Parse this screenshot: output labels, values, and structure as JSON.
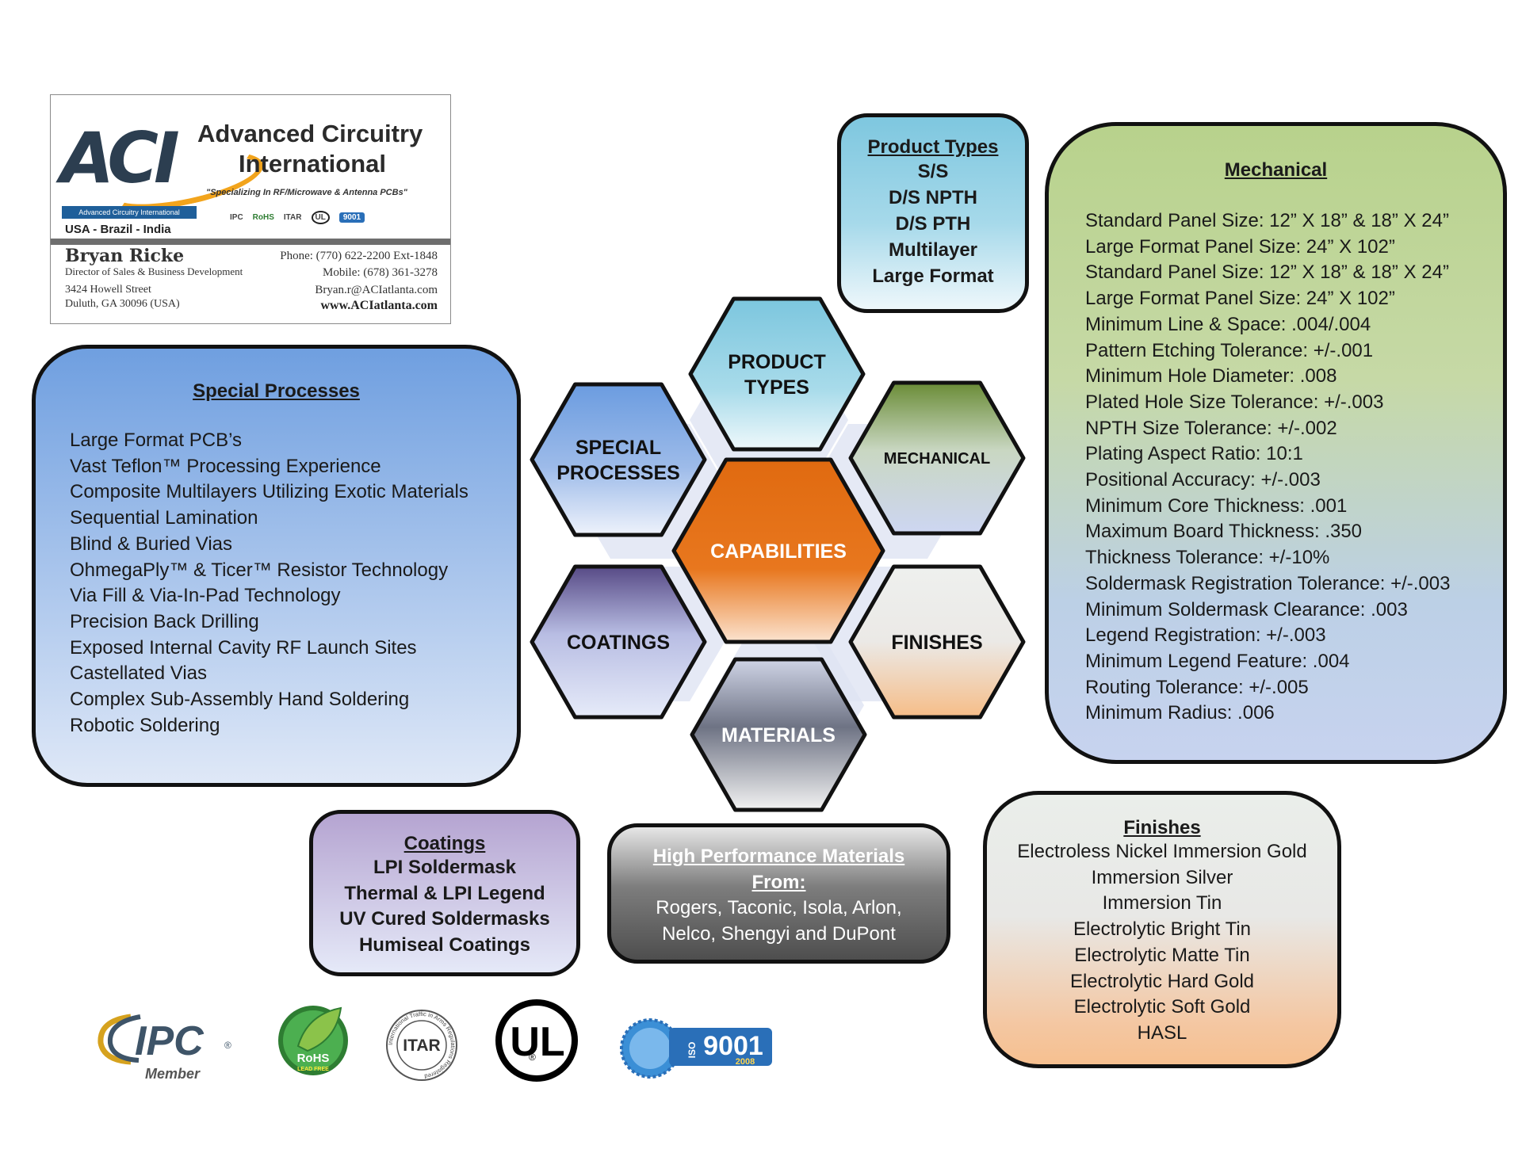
{
  "business_card": {
    "company_line1": "Advanced Circuitry",
    "company_line2": "International",
    "logo_text": "ACI",
    "logo_subtext": "Advanced Circuitry International",
    "slogan": "\"Specializing In RF/Microwave & Antenna PCBs\"",
    "countries": "USA - Brazil - India",
    "cert_badges": [
      "IPC",
      "RoHS",
      "ITAR",
      "UL",
      "9001"
    ],
    "name": "Bryan Ricke",
    "title": "Director of Sales & Business Development",
    "address_line1": "3424 Howell Street",
    "address_line2": "Duluth, GA 30096 (USA)",
    "phone": "Phone: (770) 622-2200 Ext-1848",
    "mobile": "Mobile: (678) 361-3278",
    "email": "Bryan.r@ACIatlanta.com",
    "website": "www.ACIatlanta.com",
    "brand_colors": {
      "navy": "#2c3e50",
      "orange": "#f2a41c",
      "blue": "#1f5f9a"
    }
  },
  "special_processes": {
    "title": "Special Processes",
    "items": [
      "Large Format PCB’s",
      "Vast Teflon™ Processing Experience",
      "Composite Multilayers Utilizing Exotic Materials",
      "Sequential Lamination",
      "Blind & Buried Vias",
      "OhmegaPly™ & Ticer™ Resistor Technology",
      "Via Fill & Via-In-Pad Technology",
      "Precision Back Drilling",
      "Exposed Internal Cavity RF Launch Sites",
      "Castellated Vias",
      "Complex Sub-Assembly Hand Soldering",
      "Robotic Soldering"
    ]
  },
  "product_types": {
    "title": "Product Types",
    "items": [
      "S/S",
      "D/S NPTH",
      "D/S PTH",
      "Multilayer",
      "Large Format"
    ]
  },
  "mechanical": {
    "title": "Mechanical",
    "items": [
      "Standard Panel Size: 12” X 18” & 18” X 24”",
      "Large Format Panel Size: 24” X 102”",
      "Standard Panel Size: 12” X 18” & 18” X 24”",
      "Large Format Panel Size: 24” X 102”",
      "Minimum Line & Space: .004/.004",
      "Pattern Etching Tolerance: +/-.001",
      "Minimum Hole Diameter: .008",
      "Plated Hole Size Tolerance: +/-.003",
      "NPTH Size Tolerance: +/-.002",
      "Plating Aspect Ratio: 10:1",
      "Positional Accuracy: +/-.003",
      "Minimum Core Thickness: .001",
      "Maximum Board Thickness: .350",
      "Thickness Tolerance: +/-10%",
      "Soldermask Registration Tolerance: +/-.003",
      "Minimum Soldermask Clearance: .003",
      "Legend Registration: +/-.003",
      "Minimum Legend Feature: .004",
      "Routing Tolerance: +/-.005",
      "Minimum Radius: .006"
    ]
  },
  "coatings": {
    "title": "Coatings",
    "items": [
      "LPI Soldermask",
      "Thermal & LPI Legend",
      "UV Cured Soldermasks",
      "Humiseal Coatings"
    ]
  },
  "materials": {
    "title_line1": "High Performance Materials",
    "title_line2": "From:",
    "items": [
      "Rogers, Taconic, Isola, Arlon,",
      "Nelco, Shengyi and DuPont"
    ]
  },
  "finishes": {
    "title": "Finishes",
    "items": [
      "Electroless Nickel Immersion Gold",
      "Immersion Silver",
      "Immersion Tin",
      "Electrolytic Bright Tin",
      "Electrolytic Matte Tin",
      "Electrolytic Hard Gold",
      "Electrolytic Soft Gold",
      "HASL"
    ]
  },
  "hex_diagram": {
    "center": "CAPABILITIES",
    "product_types": [
      "PRODUCT",
      "TYPES"
    ],
    "special_processes": [
      "SPECIAL",
      "PROCESSES"
    ],
    "mechanical": "MECHANICAL",
    "coatings": "COATINGS",
    "finishes": "FINISHES",
    "materials": "MATERIALS",
    "colors": {
      "center": "#e06a10",
      "product_types": "#8ccbe0",
      "special_processes": "#6f9fe0",
      "mechanical": "#6f8f3c",
      "coatings": "#5b4d8a",
      "finishes": "#f4c08f",
      "materials": "#6a7080"
    }
  },
  "footer_logos": {
    "ipc": "IPC",
    "ipc_sub": "Member",
    "rohs": "RoHS",
    "rohs_sub": "LEAD FREE",
    "itar": "ITAR",
    "itar_ring": "International Traffic in Arms Regulations Registered",
    "ul": "UL",
    "iso_number": "9001",
    "iso_prefix": "ISO",
    "iso_year": "2008"
  }
}
